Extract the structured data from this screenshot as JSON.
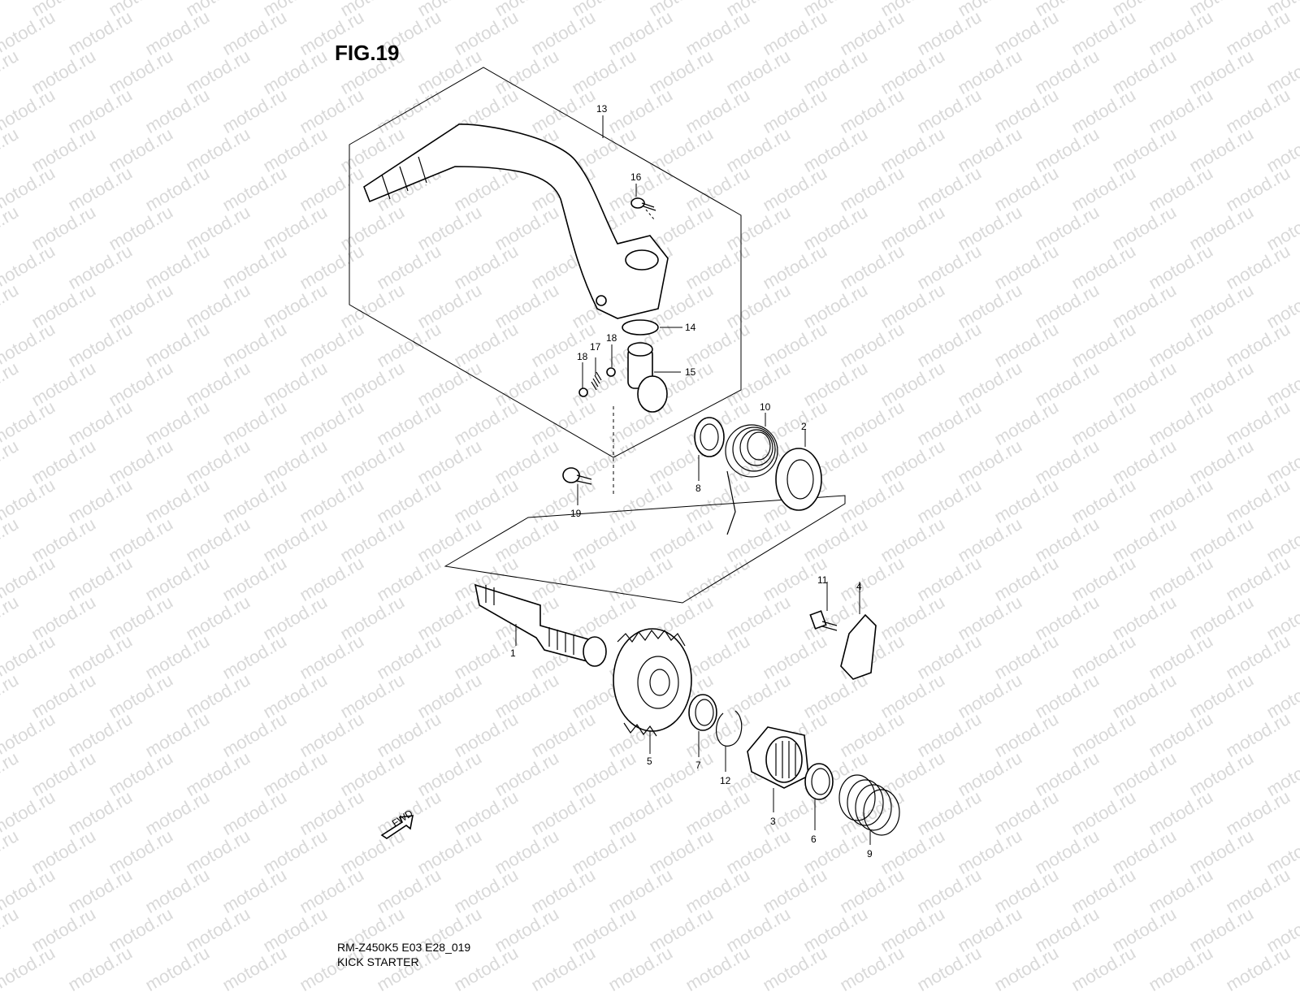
{
  "figure": {
    "title": "FIG.19",
    "model_code": "RM-Z450K5 E03 E28_019",
    "section_name": "KICK STARTER",
    "watermark": "motod.ru",
    "fwd_label": "FWD"
  },
  "callouts": [
    "1",
    "2",
    "3",
    "4",
    "5",
    "6",
    "7",
    "8",
    "9",
    "10",
    "11",
    "12",
    "13",
    "14",
    "15",
    "16",
    "17",
    "18",
    "18",
    "19"
  ]
}
